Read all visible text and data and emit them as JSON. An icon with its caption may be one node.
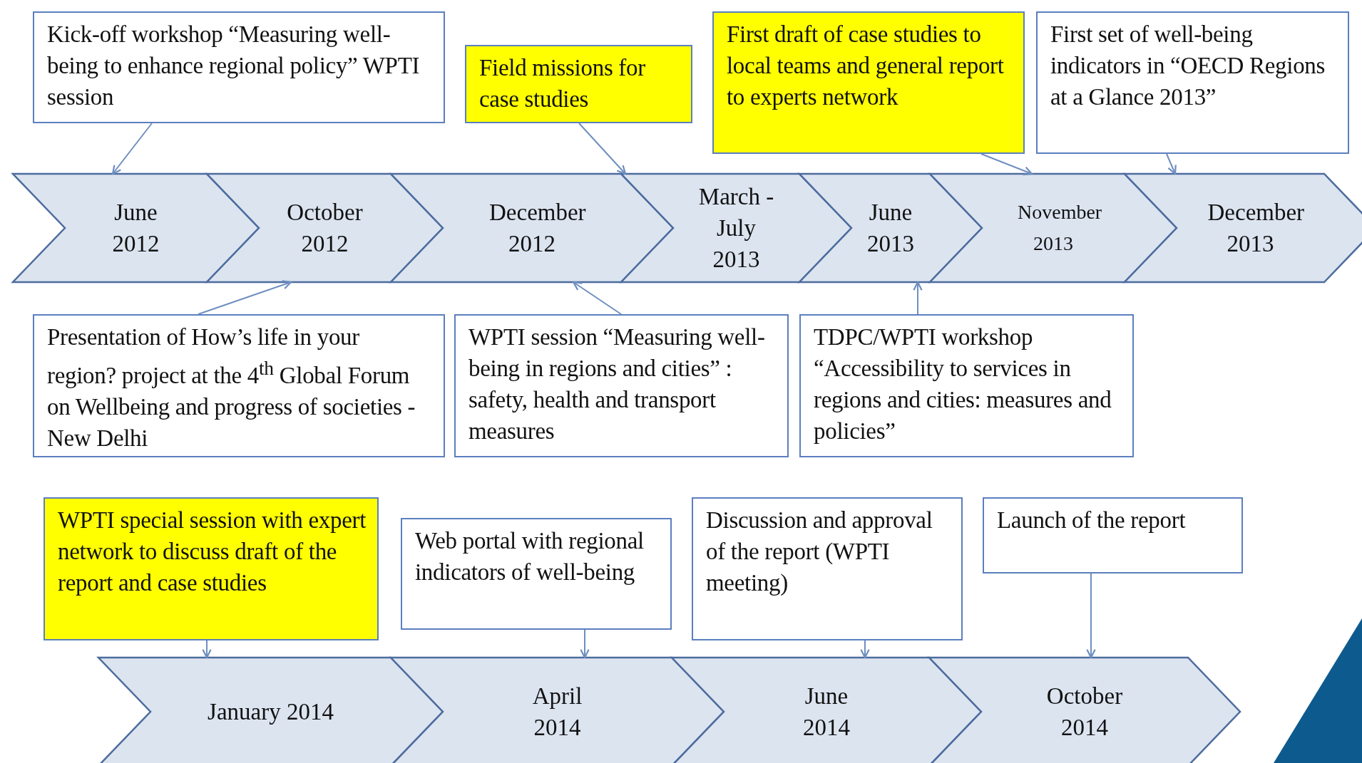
{
  "diagram": {
    "nodes": [
      {
        "text": [
          "Kick-off workshop “Measuring well-being to enhance regional policy” WPTI session"
        ]
      },
      {
        "text": [
          "Field missions for case studies"
        ]
      },
      {
        "text": [
          "First draft of case studies to local teams and general report to experts network"
        ]
      },
      {
        "text": [
          "First set of well-being indicators in “OECD Regions at a Glance 2013”"
        ]
      },
      {
        "text": [
          "June 2012"
        ]
      },
      {
        "text": [
          "October 2012"
        ]
      },
      {
        "text": [
          "December 2012"
        ]
      },
      {
        "text": [
          "March - July 2013"
        ]
      },
      {
        "text": [
          "June 2013"
        ]
      },
      {
        "text": [
          "November 2013"
        ]
      },
      {
        "text": [
          "December 2013"
        ]
      },
      {
        "text": [
          "Presentation of How’s life in your region? project at the 4$^{th}$ Global Forum on Wellbeing and progress of societies  -New Delhi"
        ]
      },
      {
        "text": [
          "WPTI session “Measuring well-being in regions and cities” : safety, health and transport measures"
        ]
      },
      {
        "text": [
          "TDPC/WPTI workshop “Accessibility to services in regions and cities: measures and policies”"
        ]
      },
      {
        "text": [
          "WPTI special session with expert network to discuss draft of the report and case studies"
        ]
      },
      {
        "text": [
          "Web portal with regional indicators of well-being"
        ]
      },
      {
        "text": [
          "Discussion and approval of the report (WPTI meeting)"
        ]
      },
      {
        "text": [
          "Launch of the report"
        ]
      },
      {
        "text": [
          "January 2014"
        ]
      },
      {
        "text": [
          "April 2014"
        ]
      },
      {
        "text": [
          "June 2014"
        ]
      },
      {
        "text": [
          "October 2014"
        ]
      }
    ],
    "edges": [
      {
        "from": 0,
        "to": 4,
        "arrow": "to"
      },
      {
        "from": 1,
        "to": 7,
        "arrow": "to"
      },
      {
        "from": 2,
        "to": 9,
        "arrow": "to"
      },
      {
        "from": 3,
        "to": 10,
        "arrow": "to"
      },
      {
        "from": 11,
        "to": 5,
        "arrow": "to"
      },
      {
        "from": 12,
        "to": 6,
        "arrow": "to"
      },
      {
        "from": 13,
        "to": 8,
        "arrow": "to"
      },
      {
        "from": 14,
        "to": 18,
        "arrow": "to"
      },
      {
        "from": 15,
        "to": 19,
        "arrow": "to"
      },
      {
        "from": 16,
        "to": 20,
        "arrow": "to"
      },
      {
        "from": 17,
        "to": 21,
        "arrow": "to"
      }
    ]
  }
}
